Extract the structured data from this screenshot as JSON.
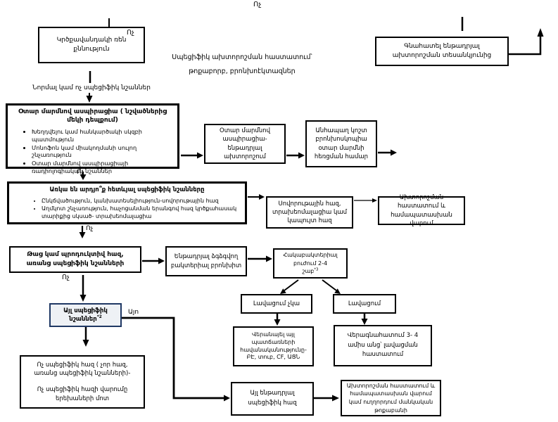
{
  "colors": {
    "highlight_border": "#1f3864",
    "highlight_fill": "#eef1f5"
  },
  "nodes": {
    "top_no": "Ոչ",
    "chest_xray": {
      "text": "Կրծքավանդակի ռեն քննություն",
      "no": "Ոչ"
    },
    "normal_note": "Նորմալ կամ ոչ սպեցիֆիկ նշաններ",
    "specific_dx": {
      "line1": "Սպեցիֆիկ ախտորոշման հաստատում՝",
      "line2": "թոքաբորբ, բրոնխոէկտազներ"
    },
    "evaluate": "Գնահատել ենթադրյալ ախտորոշման տեսանկյունից",
    "fba": {
      "title": "Օտար մարմնով ասպիրացիա ( նշվածներից մեկի դեպքում)",
      "bullets": [
        "Խեղդվելու կամ հանկարծակի սկզբի պատմություն",
        "Մոնոֆոն կամ միակողմանի սուլող շնչառություն",
        "Օտար մարմնով ասպիրացիայի ռադիոլոգիական նշաններ"
      ],
      "no": "Ոչ"
    },
    "fba_suspected": "Օտար մարմնով ասպիրացիա- ենթադրյալ ախտորոշում",
    "bronchoscopy": "Անհապաղ կոշտ բրոնխոսկոպիա օտար մարմնի հեռցման համար",
    "specific_signs": {
      "title": "Առկա են արդյո՞ք հետևյալ սպեցիֆիկ նշանները",
      "bullets": [
        "Ընկճվածություն, կանխատեսելիություն-սովորութային հազ",
        "Աղմկոտ շնչառություն, հաչոցանման երանգով հազ կրծքահասակ տարիքից սկսած- տրախեոմալացիա"
      ],
      "no": "Ոչ"
    },
    "habit_cough": "Սովորութային հազ, տրախեոմալացիա կամ կապույտ հազ",
    "dx_confirm": "Ախտորոշման հաստատում և համապատասխան վարում",
    "wet_cough": {
      "text": "Թաց կամ պրոդուկտիվ հազ, առանց սպեցիֆիկ նշանների",
      "no": "Ոչ"
    },
    "pbb": "Ենթադրյալ ձգձգվող բակտերիալ բրոնխիտ",
    "antibiotics": {
      "line1": "Հակաբակտերիալ բուժում 2-4",
      "line2": "շաբ",
      "sup": "*3"
    },
    "no_improvement": "Լավացում չկա",
    "improvement": "Լավացում",
    "reconsider": "Վերանայել այլ պատճառների հավանականությունը- ԲԷ, տուբ, CF, ԱՑՆ",
    "reassess": "Վերագնահատում 3- 4 ամիս անց՝ լավացման հաստատում",
    "other_specific_signs": {
      "text": "Այլ սպեցիֆիկ նշաններ",
      "sup": "*2",
      "yes": "Այո"
    },
    "nonspecific": {
      "line1": "Ոչ սպեցիֆիկ հազ ( չոր հազ, առանց սպեցիֆիկ նշանների)-",
      "line2": "Ոչ սպեցիֆիկ հազի վարումը երեխաների մոտ"
    },
    "other_specific_cough": "Այլ ենթադրյալ սպեցիֆիկ հազ",
    "dx_confirm_refer": "Ախտորոշման հաստատում և համապատասխան վարում կամ ուղղորդում մանկական թոքաբանի"
  }
}
